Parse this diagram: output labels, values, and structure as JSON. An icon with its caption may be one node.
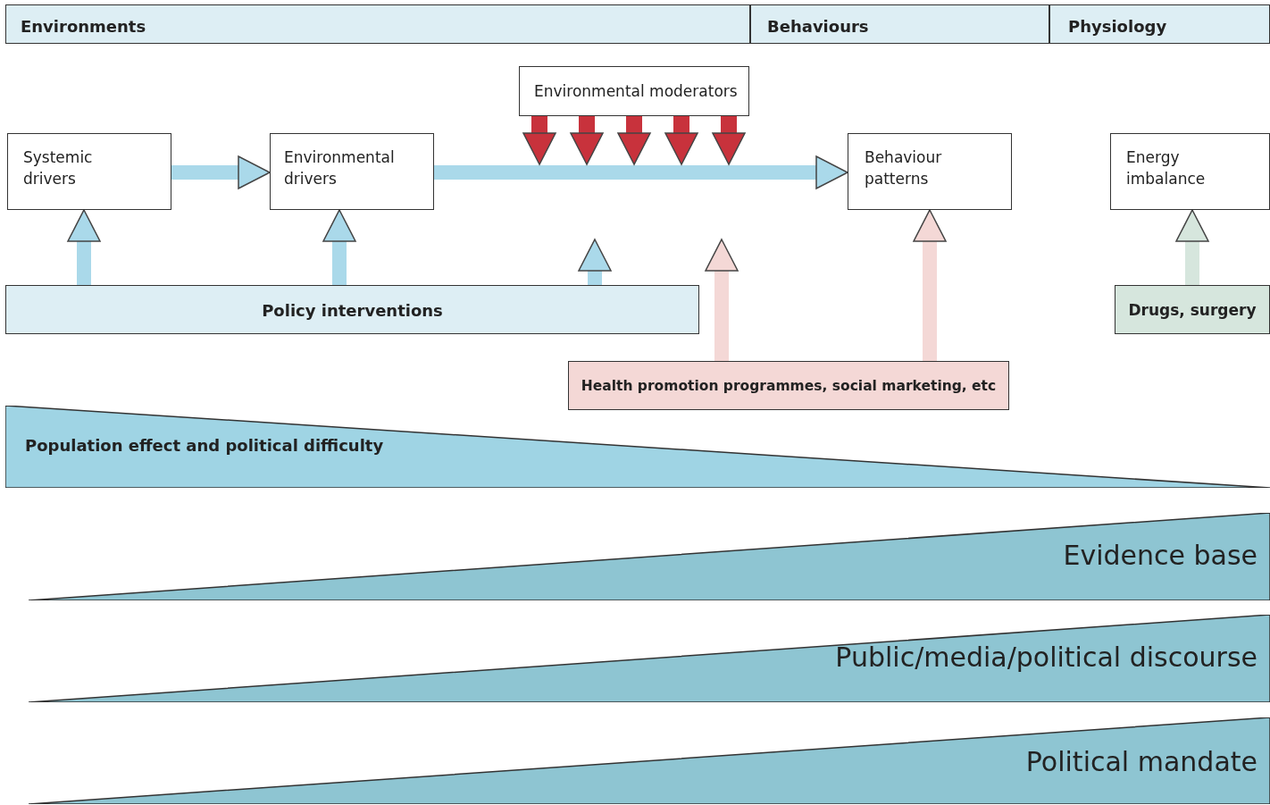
{
  "diagram": {
    "nodes": [
      {
        "text": [
          "Environments"
        ]
      },
      {
        "text": [
          "Behaviours"
        ]
      },
      {
        "text": [
          "Physiology"
        ]
      },
      {
        "text": [
          "Environmental moderators"
        ]
      },
      {
        "text": [
          "Systemic drivers"
        ]
      },
      {
        "text": [
          "Environmental drivers"
        ]
      },
      {
        "text": [
          "Behaviour patterns"
        ]
      },
      {
        "text": [
          "Energy imbalance"
        ]
      },
      {
        "text": [
          "Policy interventions"
        ]
      },
      {
        "text": [
          "Drugs, surgery"
        ]
      },
      {
        "text": [
          "Health promotion programmes, social marketing, etc"
        ]
      },
      {
        "text": [
          "Population effect and political difficulty"
        ]
      },
      {
        "text": [
          "Evidence base"
        ]
      },
      {
        "text": [
          "Public/media/political discourse"
        ]
      },
      {
        "text": [
          "Political mandate"
        ]
      }
    ],
    "edges": [
      {
        "from": 4,
        "to": 5,
        "arrow": "to"
      },
      {
        "from": 5,
        "to": 6,
        "arrow": "to"
      },
      {
        "from": 3,
        "to": null,
        "arrow": "to",
        "color": "#c8323c"
      },
      {
        "from": 3,
        "to": null,
        "arrow": "to",
        "color": "#c8323c"
      },
      {
        "from": 3,
        "to": null,
        "arrow": "to",
        "color": "#c8323c"
      },
      {
        "from": 3,
        "to": null,
        "arrow": "to",
        "color": "#c8323c"
      },
      {
        "from": 3,
        "to": null,
        "arrow": "to",
        "color": "#c8323c"
      },
      {
        "from": 8,
        "to": 4,
        "arrow": "to"
      },
      {
        "from": 8,
        "to": 5,
        "arrow": "to"
      },
      {
        "from": 8,
        "to": null,
        "arrow": "to"
      },
      {
        "from": 10,
        "to": null,
        "arrow": "to",
        "color": "#f4d8d6"
      },
      {
        "from": 10,
        "to": 6,
        "arrow": "to",
        "color": "#f4d8d6"
      },
      {
        "from": 9,
        "to": 7,
        "arrow": "to",
        "color": "#d6e6dd"
      }
    ]
  }
}
